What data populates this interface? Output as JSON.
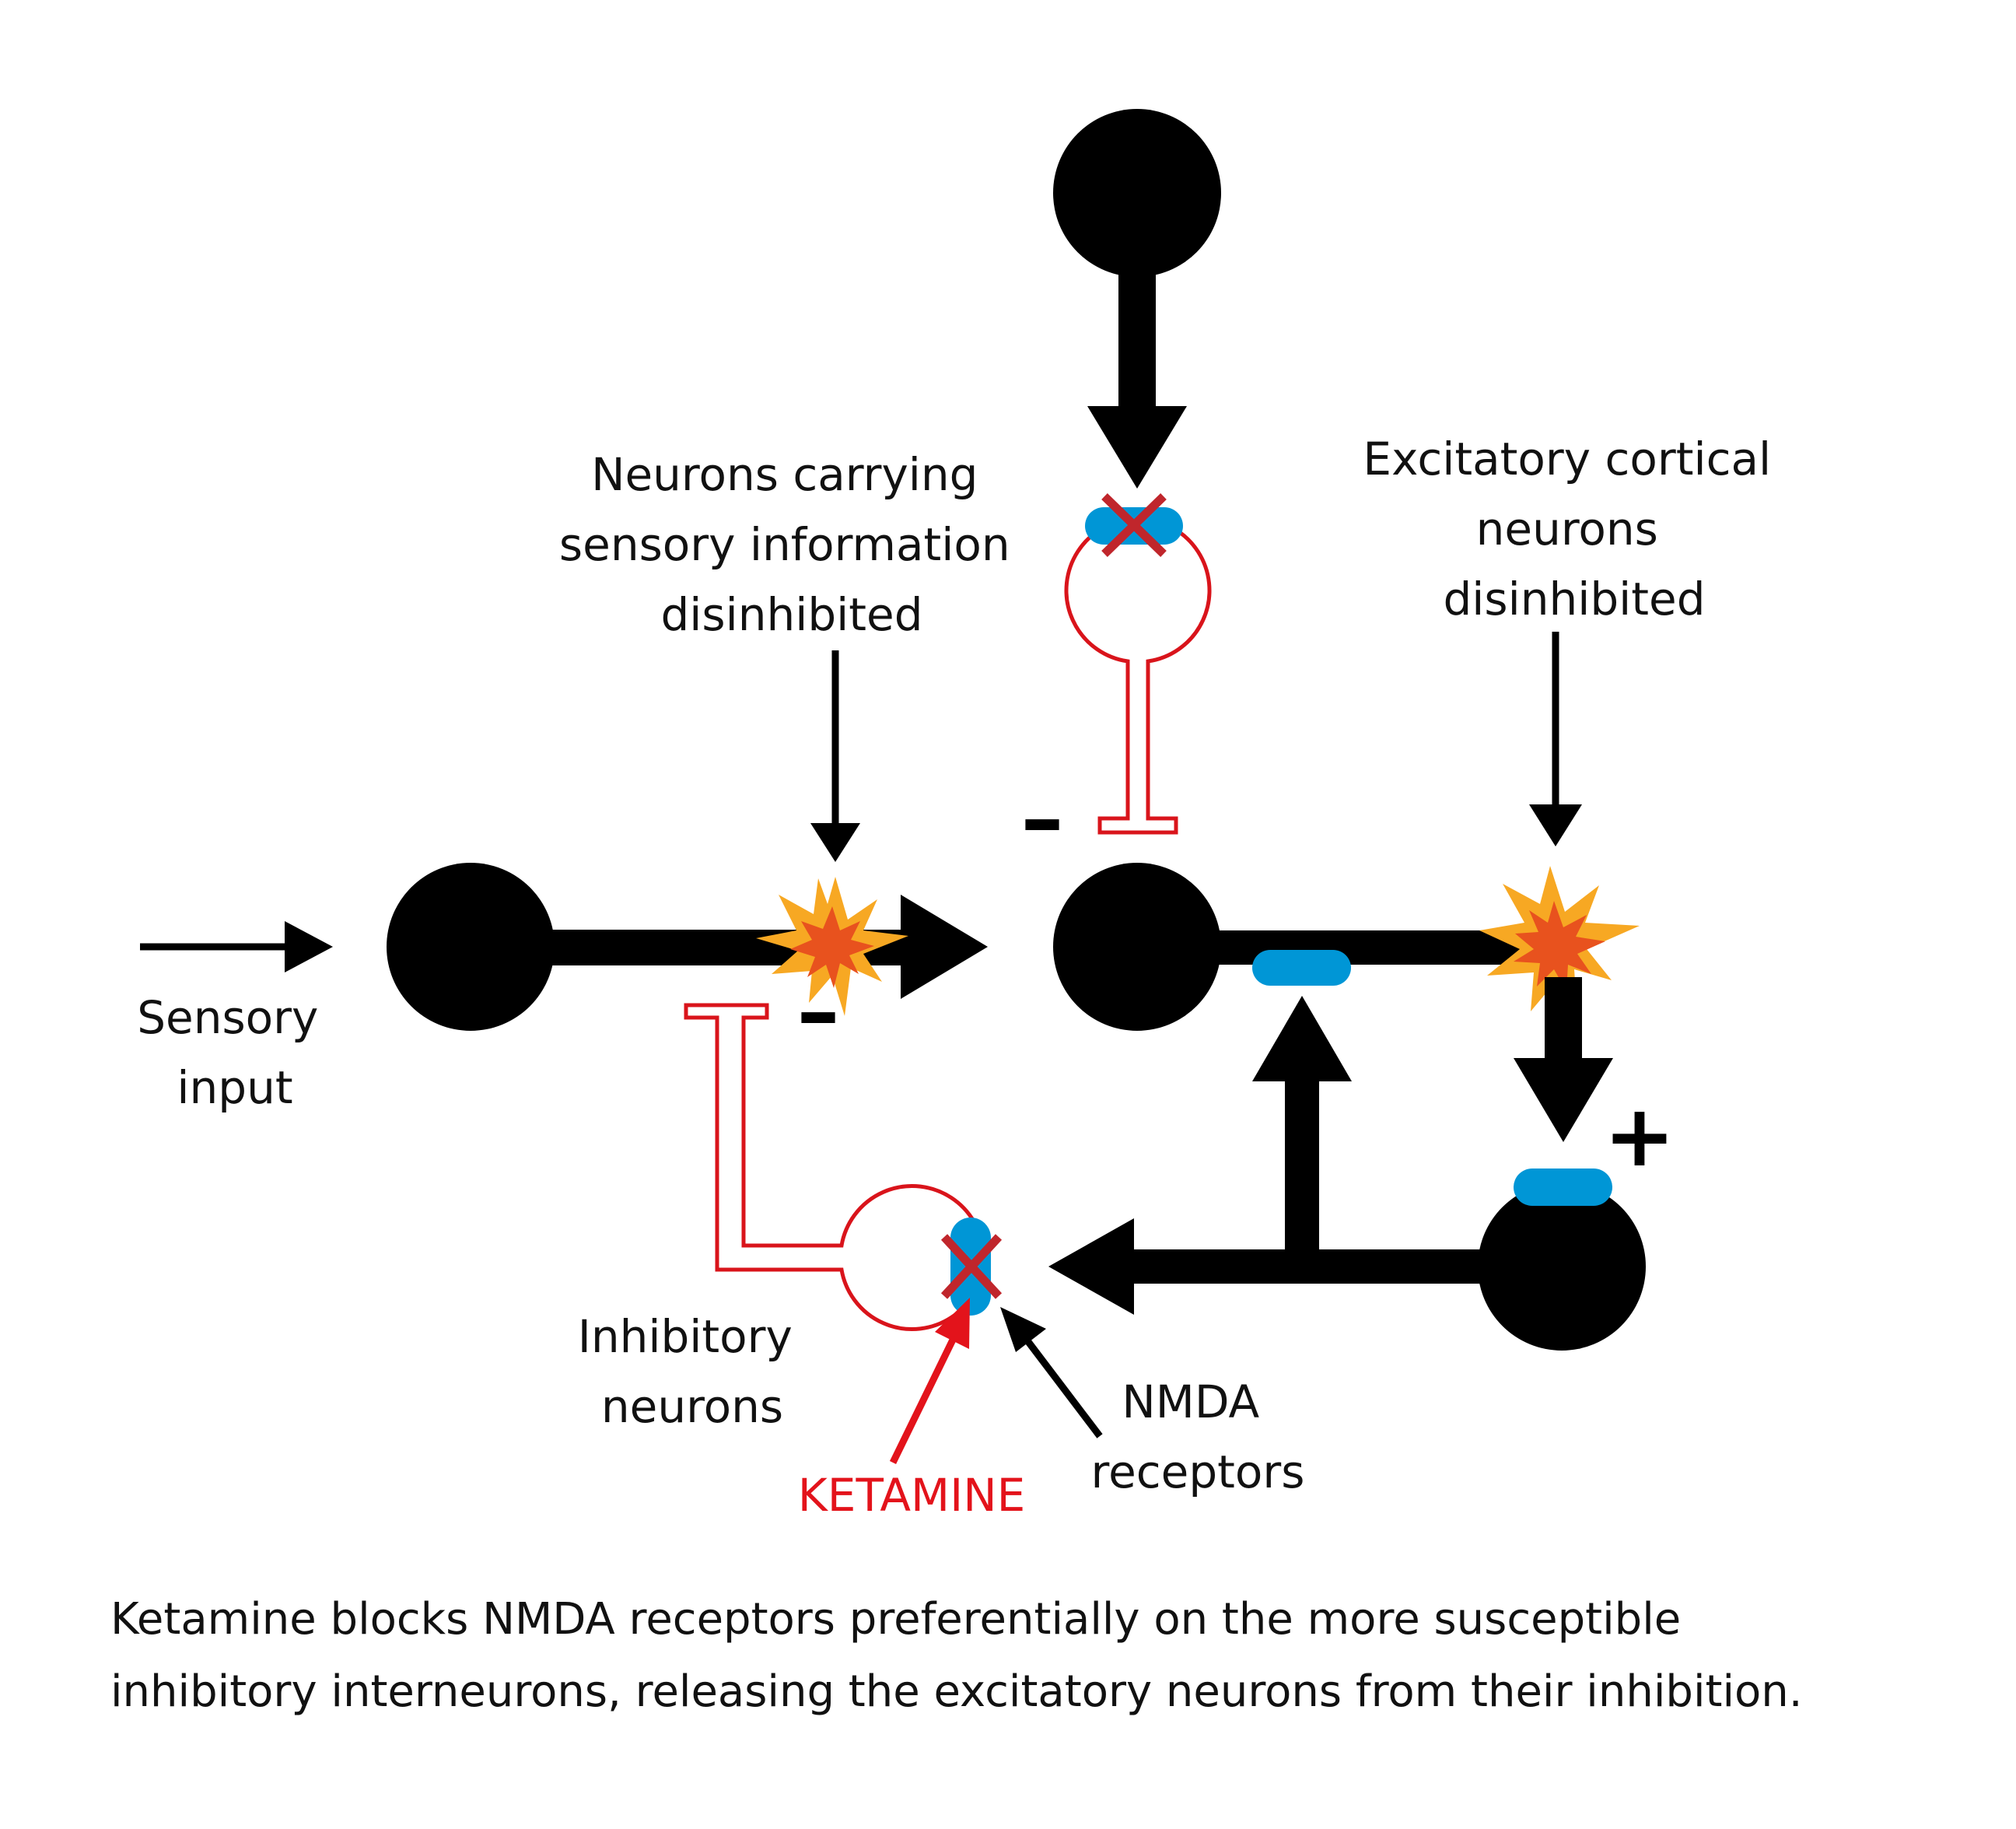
{
  "labels": {
    "sensory_neurons": [
      "Neurons carrying",
      "sensory information",
      "disinhibited"
    ],
    "excitatory_neurons": [
      "Excitatory cortical",
      "neurons",
      "disinhibited"
    ],
    "sensory_input": [
      "Sensory",
      "input"
    ],
    "inhibitory_neurons": [
      "Inhibitory",
      "neurons"
    ],
    "nmda_receptors": [
      "NMDA",
      "receptors"
    ],
    "ketamine": "KETAMINE"
  },
  "signs": {
    "minus_top": "–",
    "minus_bottom": "–",
    "plus": "+"
  },
  "caption": [
    "Ketamine blocks NMDA receptors preferentially on the more susceptible",
    "inhibitory interneurons, releasing the excitatory neurons from their inhibition."
  ],
  "colors": {
    "neuron": "#000000",
    "inhibitory": "#d9141b",
    "receptor": "#0096d6",
    "block_x": "#c0262c",
    "ketamine": "#e3131b",
    "burst_outer": "#f7a823",
    "burst_inner": "#e8521e"
  }
}
